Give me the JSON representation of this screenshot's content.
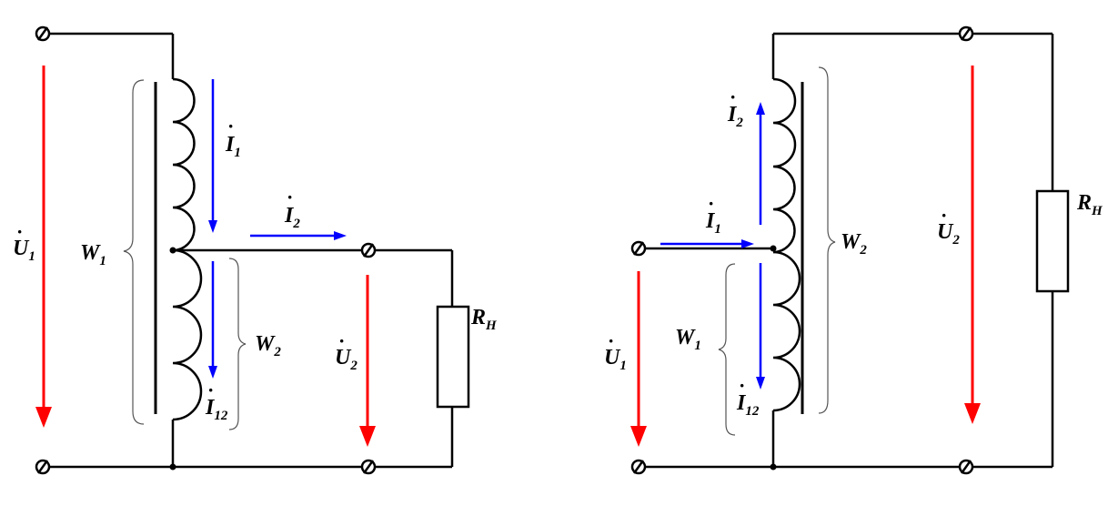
{
  "left_circuit": {
    "U1": {
      "main": "U",
      "sub": "1"
    },
    "W1": {
      "main": "W",
      "sub": "1"
    },
    "I1": {
      "main": "I",
      "sub": "1"
    },
    "I2": {
      "main": "I",
      "sub": "2"
    },
    "W2": {
      "main": "W",
      "sub": "2"
    },
    "I12": {
      "main": "I",
      "sub": "12"
    },
    "U2": {
      "main": "U",
      "sub": "2"
    },
    "RH": {
      "main": "R",
      "sub": "H"
    }
  },
  "right_circuit": {
    "I2": {
      "main": "I",
      "sub": "2"
    },
    "I1": {
      "main": "I",
      "sub": "1"
    },
    "W2": {
      "main": "W",
      "sub": "2"
    },
    "W1": {
      "main": "W",
      "sub": "1"
    },
    "U1": {
      "main": "U",
      "sub": "1"
    },
    "I12": {
      "main": "I",
      "sub": "12"
    },
    "U2": {
      "main": "U",
      "sub": "2"
    },
    "RH": {
      "main": "R",
      "sub": "H"
    }
  },
  "colors": {
    "wire": "#000000",
    "voltage_arrow": "#ff0000",
    "current_arrow": "#0000ff",
    "brace": "#555555"
  }
}
